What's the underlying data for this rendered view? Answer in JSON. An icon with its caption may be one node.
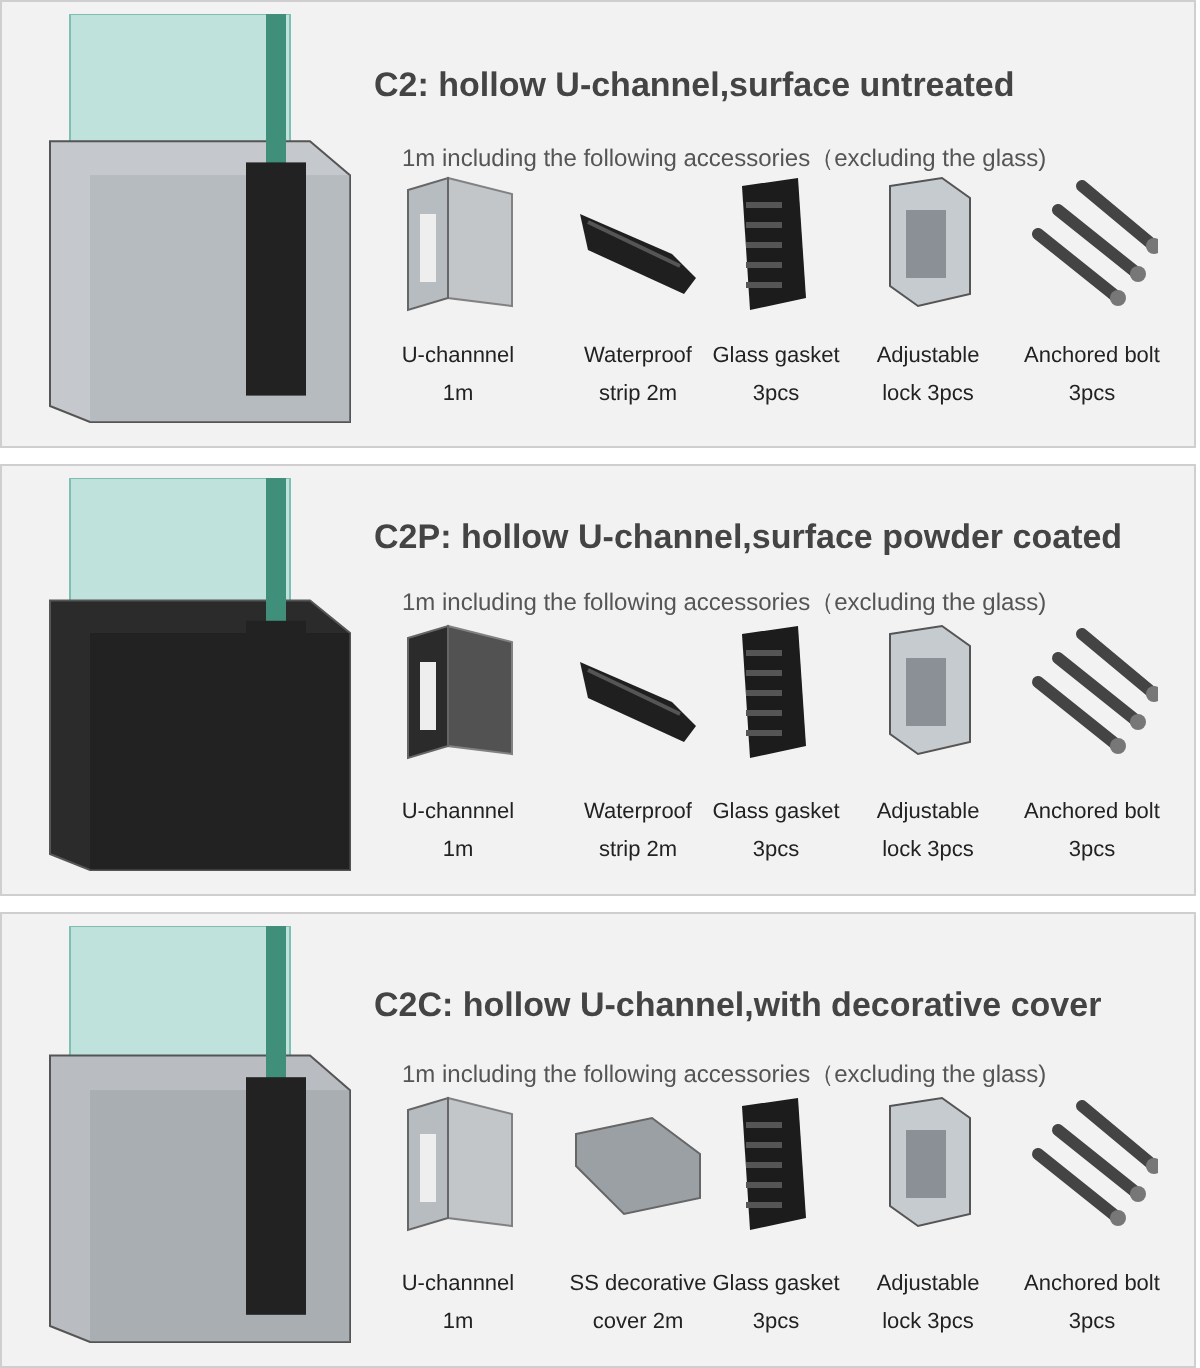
{
  "diagram": {
    "nodes": [
      {
        "text": [
          "C2: hollow U-channel,surface untreated",
          "1m including the following accessories（excluding the glass)"
        ]
      },
      {
        "text": [
          "C2P: hollow U-channel,surface powder coated",
          "1m including the following accessories（excluding the glass)"
        ]
      },
      {
        "text": [
          "C2C: hollow U-channel,with decorative cover",
          "1m including the following accessories（excluding the glass)"
        ]
      }
    ],
    "labels": [
      "U-channnel 1m",
      "Waterproof strip 2m",
      "Glass gasket 3pcs",
      "Adjustable lock 3pcs",
      "Anchored bolt 3pcs",
      "U-channnel 1m",
      "Waterproof strip 2m",
      "Glass gasket 3pcs",
      "Adjustable lock 3pcs",
      "Anchored bolt 3pcs",
      "U-channnel 1m",
      "SS decorative cover 2m",
      "Glass gasket 3pcs",
      "Adjustable lock 3pcs",
      "Anchored bolt 3pcs"
    ]
  }
}
